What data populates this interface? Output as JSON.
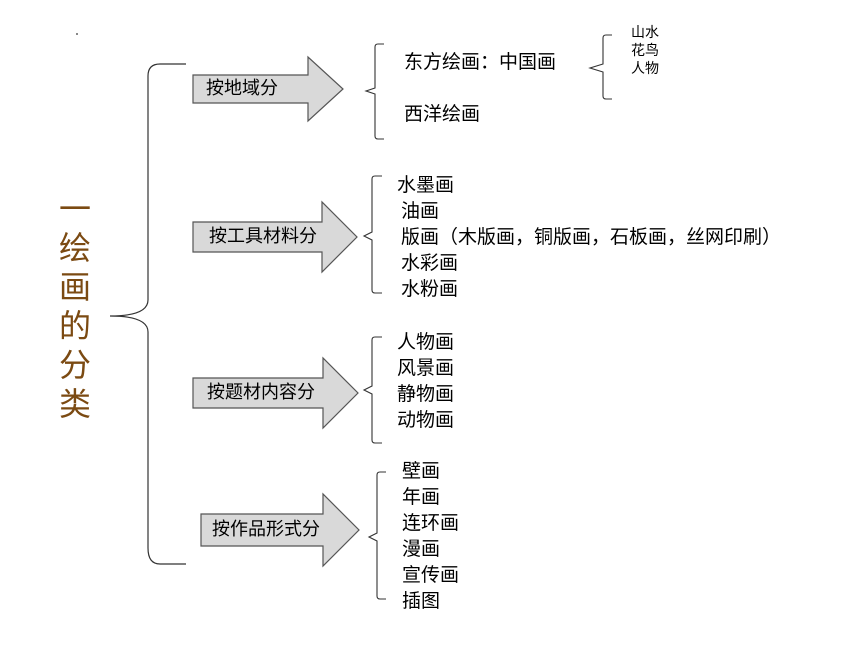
{
  "title": {
    "text": "一绘画的分类",
    "color": "#7b4a12"
  },
  "colors": {
    "arrow_fill": "#d9d9d9",
    "arrow_stroke": "#555555",
    "line": "#333333"
  },
  "categories": [
    {
      "label": "按地域分",
      "items": [
        "东方绘画：中国画",
        "西洋绘画"
      ],
      "sub_items": [
        "山水",
        "花鸟",
        "人物"
      ]
    },
    {
      "label": "按工具材料分",
      "items": [
        "水墨画",
        "油画",
        "版画（木版画，铜版画，石板画，丝网印刷）",
        "水彩画",
        "水粉画"
      ]
    },
    {
      "label": "按题材内容分",
      "items": [
        "人物画",
        "风景画",
        "静物画",
        "动物画"
      ]
    },
    {
      "label": "按作品形式分",
      "items": [
        "壁画",
        "年画",
        "连环画",
        "漫画",
        "宣传画",
        "插图"
      ]
    }
  ]
}
